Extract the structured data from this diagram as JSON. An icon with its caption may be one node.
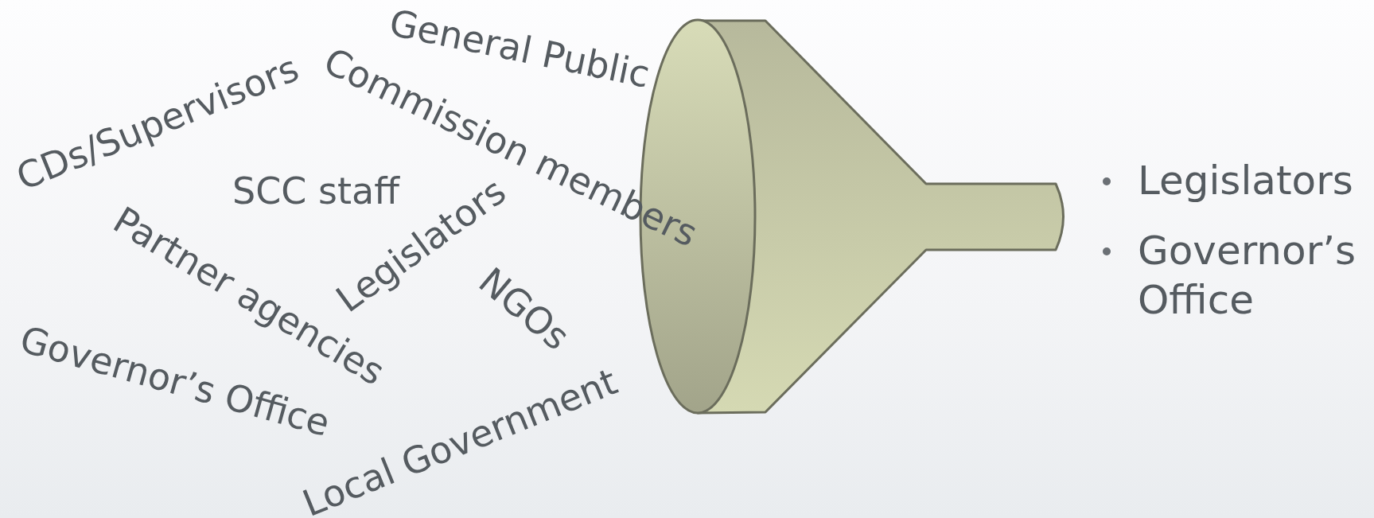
{
  "diagram": {
    "labels": [
      "General Public",
      "CDs/Supervisors",
      "Commission members",
      "SCC staff",
      "Legislators",
      "Partner agencies",
      "NGOs",
      "Governor’s Office",
      "Local Government",
      "Legislators",
      "Governor’s Office"
    ]
  }
}
